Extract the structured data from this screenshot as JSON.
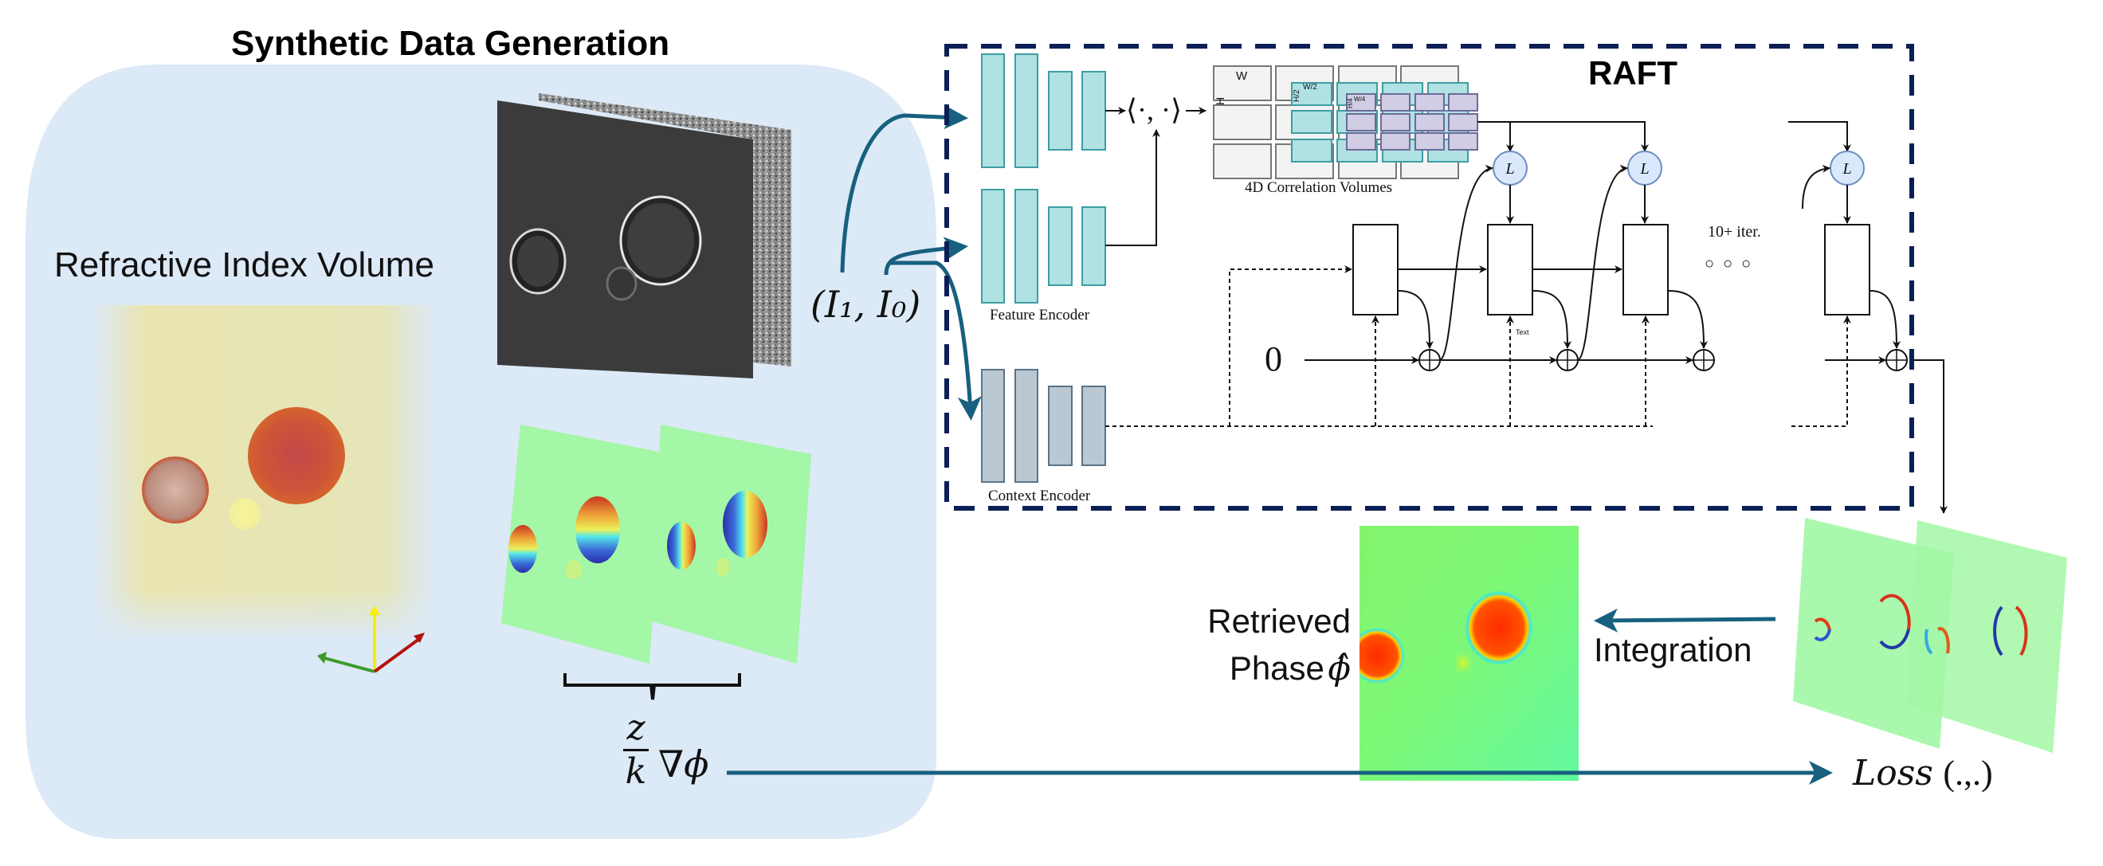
{
  "figure": {
    "left_panel": {
      "title": "Synthetic Data Generation",
      "volume_label": "Refractive Index Volume",
      "input_pair_label": "(I₁, I₀)",
      "gradient_label_num": "z",
      "gradient_label_den": "k",
      "gradient_label_op": "∇ϕ",
      "panel_color": "#dce9f6"
    },
    "raft": {
      "title": "RAFT",
      "feature_encoder_label": "Feature Encoder",
      "context_encoder_label": "Context Encoder",
      "inner_product_symbol": "⟨·, ·⟩",
      "correlation_label": "4D Correlation Volumes",
      "corr_level_labels": [
        {
          "w": "W",
          "h": "H"
        },
        {
          "w": "W/2",
          "h": "H/2"
        },
        {
          "w": "W/4",
          "h": "H/4"
        }
      ],
      "lookup_symbol": "L",
      "init_flow_label": "0",
      "iterations_label": "10+ iter.",
      "ellipsis": "○ ○ ○",
      "stray_text": "Text",
      "border_color": "#0b1f57",
      "feature_color": "#b0e2e4",
      "context_color": "#bac8d4",
      "lookup_color": "#dae8fc"
    },
    "output": {
      "retrieved_label_line1": "Retrieved",
      "retrieved_label_line2": "Phase",
      "retrieved_symbol": "ϕ̂",
      "integration_label": "Integration",
      "loss_label": "Loss",
      "loss_args": "(.,.)"
    },
    "arrow_color": "#17607f"
  }
}
